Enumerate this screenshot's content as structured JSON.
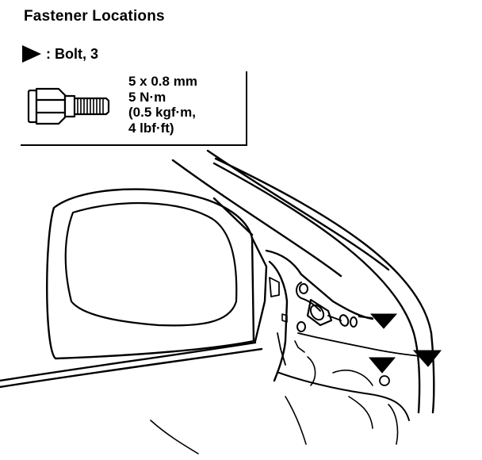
{
  "title": "Fastener Locations",
  "legend": {
    "icon": "filled-triangle-arrow-icon",
    "label": ": Bolt, 3"
  },
  "bolt_spec": {
    "size": "5 x 0.8 mm",
    "torque_nm": "5 N·m",
    "torque_kgfm": "(0.5 kgf·m,",
    "torque_lbfft": "4 lbf·ft)"
  },
  "colors": {
    "line": "#000000",
    "background": "#ffffff"
  }
}
